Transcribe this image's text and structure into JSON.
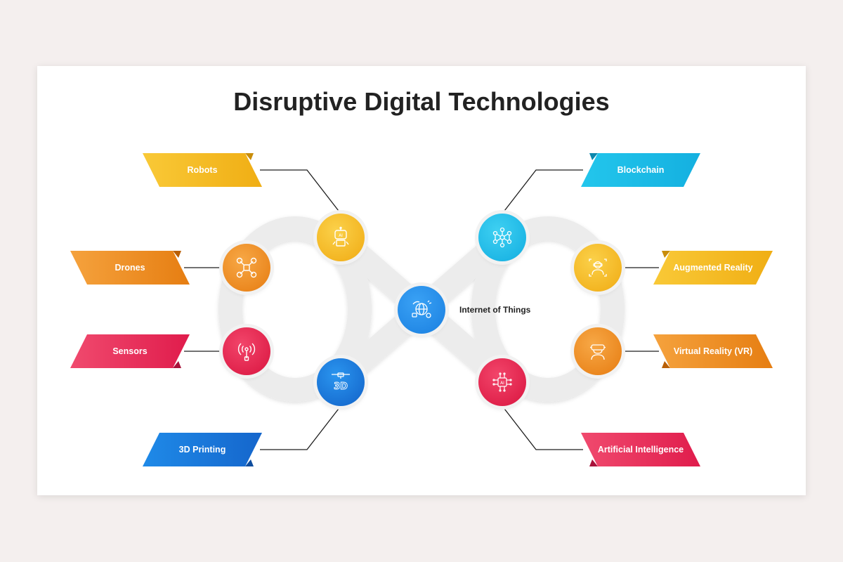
{
  "title": "Disruptive Digital Technologies",
  "center": {
    "label": "Internet of Things",
    "icon": "globe-network-icon",
    "color": "#2a8ff0"
  },
  "items": [
    {
      "label": "Robots",
      "icon": "ai-robot-icon",
      "color": "#f4b623"
    },
    {
      "label": "Drones",
      "icon": "drone-icon",
      "color": "#ee8a1f"
    },
    {
      "label": "Sensors",
      "icon": "sensor-antenna-icon",
      "color": "#e8285a"
    },
    {
      "label": "3D Printing",
      "icon": "3d-printer-icon",
      "color": "#1b78dd"
    },
    {
      "label": "Blockchain",
      "icon": "blockchain-network-icon",
      "color": "#22c2e8"
    },
    {
      "label": "Augmented Reality",
      "icon": "ar-person-icon",
      "color": "#f4b623"
    },
    {
      "label": "Virtual Reality (VR)",
      "icon": "vr-headset-icon",
      "color": "#ee8a1f"
    },
    {
      "label": "Artificial Intelligence",
      "icon": "ai-chip-icon",
      "color": "#e8285a"
    }
  ]
}
